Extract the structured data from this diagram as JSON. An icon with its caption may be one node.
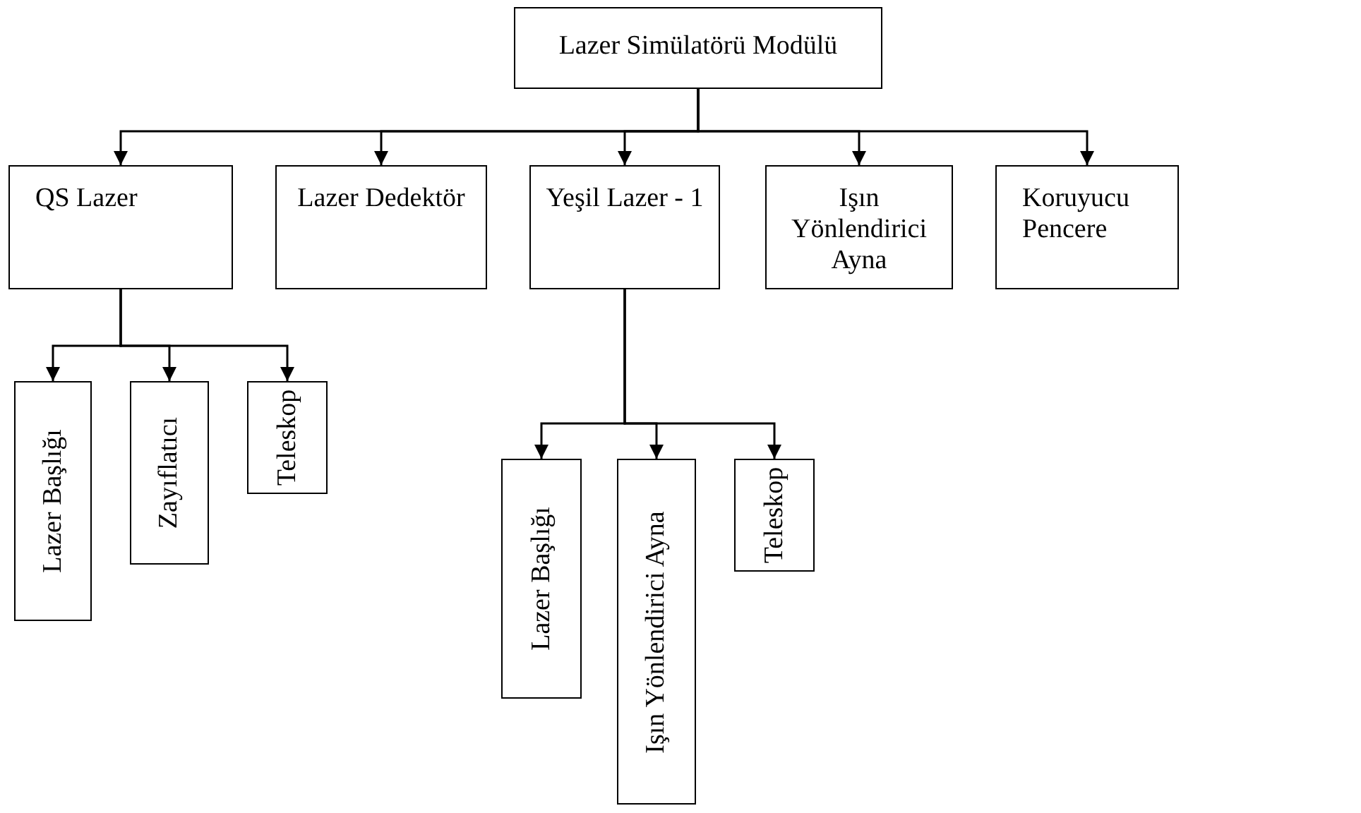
{
  "diagram": {
    "nodes": [
      {
        "text": [
          "Lazer Simülatörü Modülü"
        ]
      },
      {
        "text": [
          "QS Lazer"
        ]
      },
      {
        "text": [
          "Lazer Dedektör"
        ]
      },
      {
        "text": [
          "Yeşil Lazer - 1"
        ]
      },
      {
        "text": [
          "Işın Yönlendirici Ayna"
        ]
      },
      {
        "text": [
          "Koruyucu Pencere"
        ]
      },
      {
        "text": [
          "Lazer Başlığı"
        ]
      },
      {
        "text": [
          "Zayıflatıcı"
        ]
      },
      {
        "text": [
          "Teleskop"
        ]
      },
      {
        "text": [
          "Lazer Başlığı"
        ]
      },
      {
        "text": [
          "Işın Yönlendirici Ayna"
        ]
      },
      {
        "text": [
          "Teleskop"
        ]
      }
    ],
    "edges": [
      {
        "from": 0,
        "to": 1,
        "arrow": "to"
      },
      {
        "from": 0,
        "to": 2,
        "arrow": "to"
      },
      {
        "from": 0,
        "to": 3,
        "arrow": "to"
      },
      {
        "from": 0,
        "to": 4,
        "arrow": "to"
      },
      {
        "from": 0,
        "to": 5,
        "arrow": "to"
      },
      {
        "from": 1,
        "to": 6,
        "arrow": "to"
      },
      {
        "from": 1,
        "to": 7,
        "arrow": "to"
      },
      {
        "from": 1,
        "to": 8,
        "arrow": "to"
      },
      {
        "from": 3,
        "to": 9,
        "arrow": "to"
      },
      {
        "from": 3,
        "to": 10,
        "arrow": "to"
      },
      {
        "from": 3,
        "to": 11,
        "arrow": "to"
      }
    ]
  }
}
